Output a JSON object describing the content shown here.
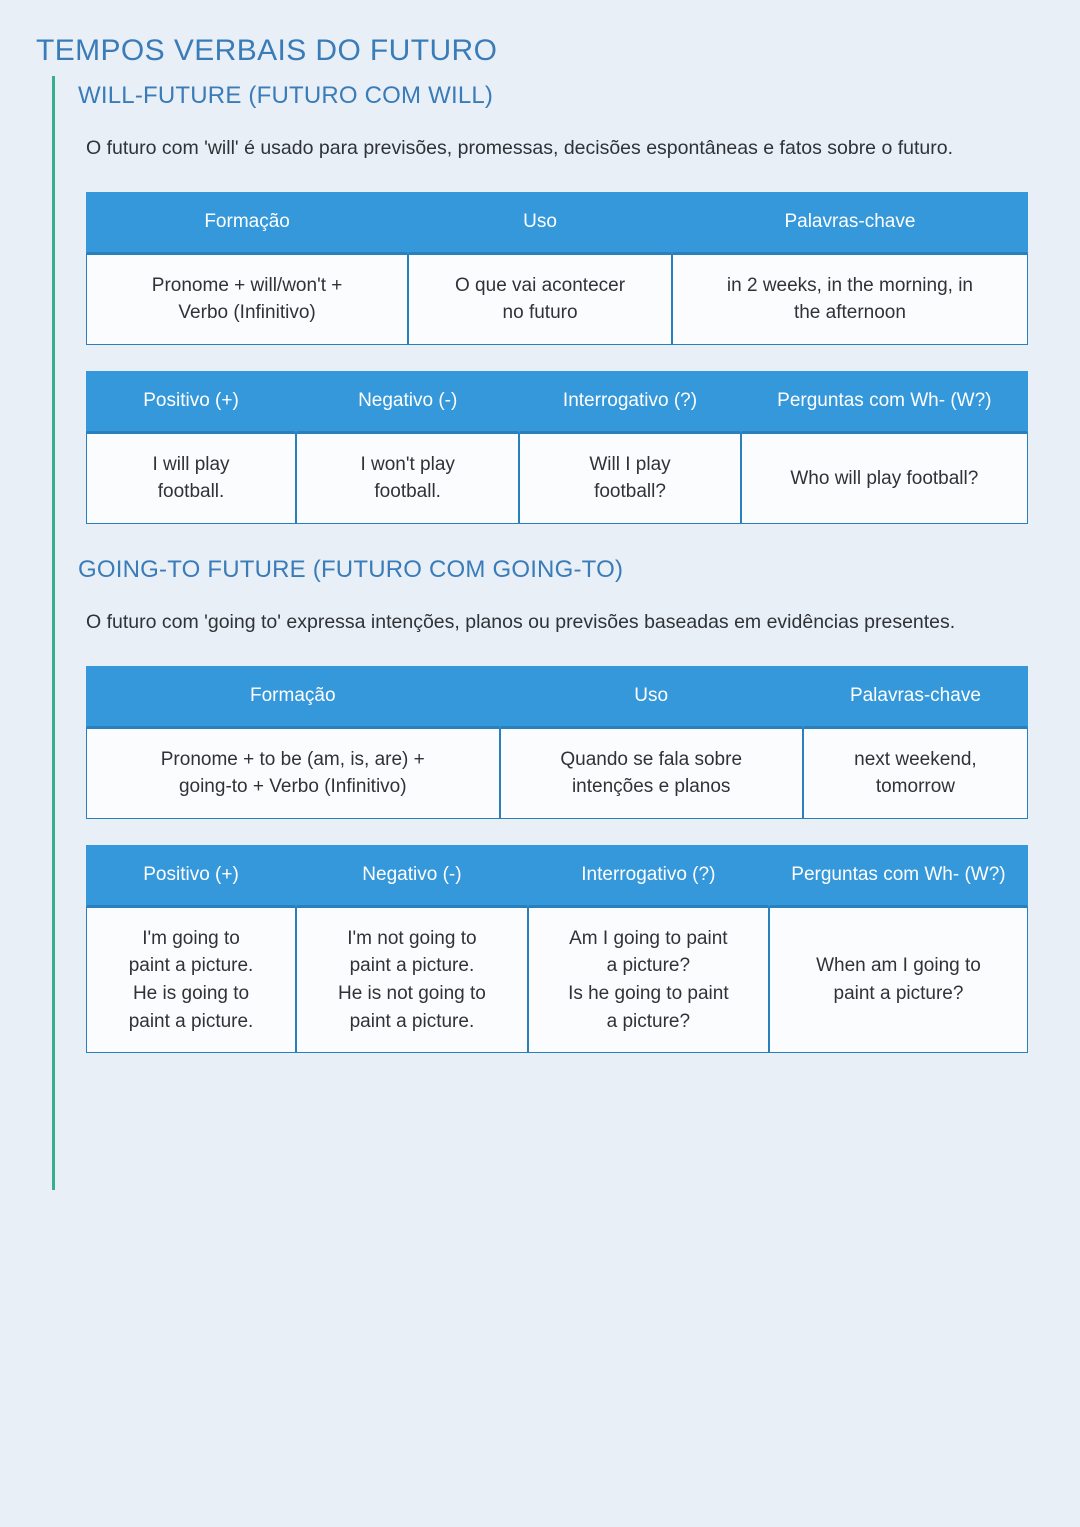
{
  "document": {
    "title": "TEMPOS VERBAIS DO FUTURO",
    "accent_color": "#35b08a",
    "heading_color": "#3a7cb8",
    "table_header_color": "#3498db",
    "table_border_color": "#2a80bd",
    "page_background": "#e9eff7",
    "body_text_color": "#2f3337"
  },
  "sections": [
    {
      "title": "WILL-FUTURE (FUTURO COM WILL)",
      "description": "O futuro com 'will' é usado para previsões, promessas, decisões espontâneas e fatos sobre o futuro.",
      "formation_table": {
        "headers": [
          "Formação",
          "Uso",
          "Palavras-chave"
        ],
        "rows": [
          [
            "Pronome + will/won't +\nVerbo (Infinitivo)",
            "O que vai acontecer\nno futuro",
            "in 2 weeks, in the morning, in\nthe afternoon"
          ]
        ]
      },
      "examples_table": {
        "headers": [
          "Positivo (+)",
          "Negativo (-)",
          "Interrogativo (?)",
          "Perguntas com Wh- (W?)"
        ],
        "rows": [
          [
            "I will play\nfootball.",
            "I won't play\nfootball.",
            "Will I play\nfootball?",
            "Who will play football?"
          ]
        ]
      }
    },
    {
      "title": "GOING-TO FUTURE (FUTURO COM GOING-TO)",
      "description": "O futuro com 'going to' expressa intenções, planos ou previsões baseadas em evidências presentes.",
      "formation_table": {
        "headers": [
          "Formação",
          "Uso",
          "Palavras-chave"
        ],
        "rows": [
          [
            "Pronome + to be (am, is, are) +\ngoing-to + Verbo (Infinitivo)",
            "Quando se fala sobre\nintenções e planos",
            "next weekend,\ntomorrow"
          ]
        ]
      },
      "examples_table": {
        "headers": [
          "Positivo (+)",
          "Negativo (-)",
          "Interrogativo (?)",
          "Perguntas com Wh- (W?)"
        ],
        "rows": [
          [
            "I'm going to\npaint a picture.\nHe is going to\npaint a picture.",
            "I'm not going to\npaint a picture.\nHe is not going to\npaint a picture.",
            "Am I going to paint\na picture?\nIs he going to paint\na picture?",
            "When am I going to\npaint a picture?"
          ]
        ]
      }
    }
  ]
}
